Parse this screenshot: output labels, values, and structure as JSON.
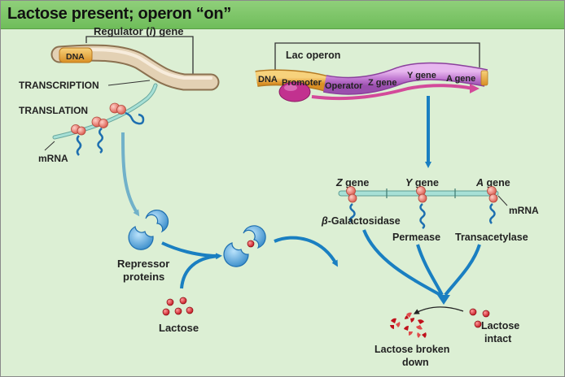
{
  "title": "Lactose present; operon “on”",
  "left": {
    "regulator_label": "Regulator (",
    "regulator_i": "i",
    "regulator_tail": ") gene",
    "dna": "DNA",
    "transcription": "TRANSCRIPTION",
    "translation": "TRANSLATION",
    "mrna": "mRNA",
    "repressor_line1": "Repressor",
    "repressor_line2": "proteins",
    "lactose": "Lactose"
  },
  "operon": {
    "title": "Lac operon",
    "dna": "DNA",
    "promoter": "Promoter",
    "operator": "Operator",
    "z_gene": "Z gene",
    "y_gene": "Y gene",
    "a_gene": "A gene"
  },
  "products": {
    "z_letter": "Z",
    "y_letter": "Y",
    "a_letter": "A",
    "gene_word": " gene",
    "mrna": "mRNA",
    "beta_symbol": "β",
    "galactosidase": "-Galactosidase",
    "permease": "Permease",
    "transacetylase": "Transacetylase",
    "broken_line1": "Lactose broken",
    "broken_line2": "down",
    "intact_line1": "Lactose",
    "intact_line2": "intact"
  },
  "colors": {
    "background": "#dcefd4",
    "header": "#7cc566",
    "arrow_blue": "#1a7fc1",
    "repressor": "#5aa9dc",
    "ribosome": "#e8776a",
    "lactose": "#d6202a",
    "mrna": "#8fcfc4",
    "operon_purple": "#b565c4",
    "promoter_orange": "#e3a030"
  }
}
